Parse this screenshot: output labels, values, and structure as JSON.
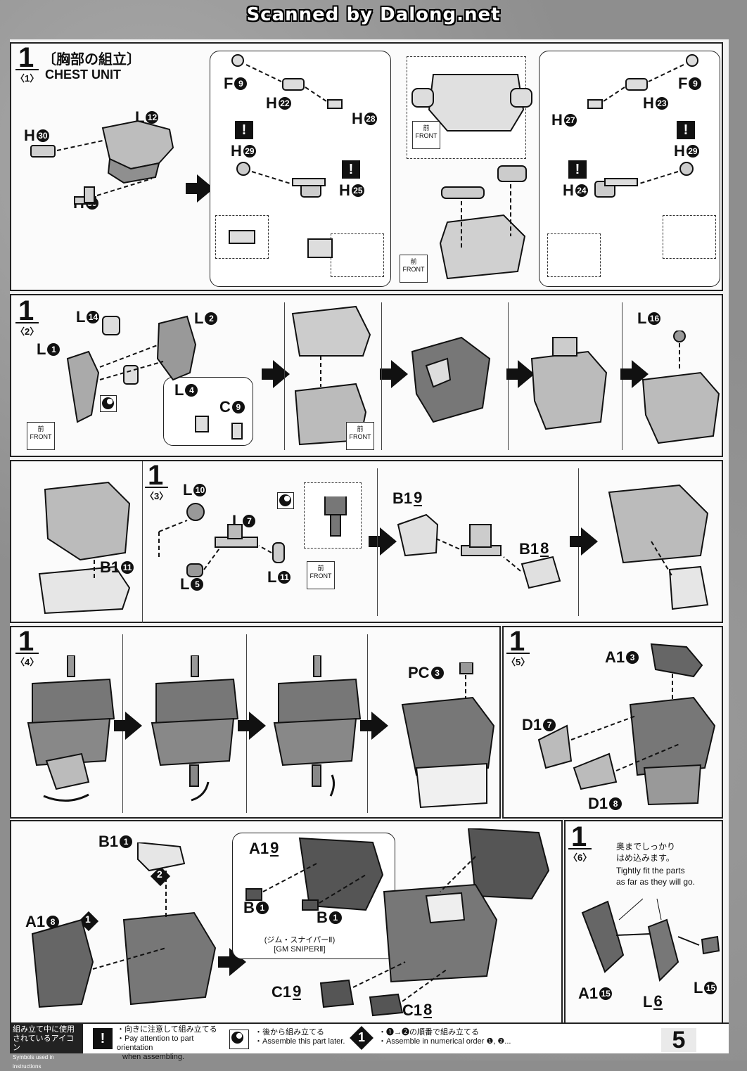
{
  "watermark": "Scanned by Dalong.net",
  "page_number": "5",
  "step1": {
    "num": "1",
    "sub": "〈1〉",
    "title_jp": "〔胸部の組立〕",
    "title_en": "CHEST UNIT",
    "labels": {
      "h30a": "H",
      "h30a_n": "30",
      "l12": "L",
      "l12_n": "12",
      "h30b": "H",
      "h30b_n": "30",
      "f9a": "F",
      "f9a_n": "9",
      "h22": "H",
      "h22_n": "22",
      "h28": "H",
      "h28_n": "28",
      "h29a": "H",
      "h29a_n": "29",
      "h25": "H",
      "h25_n": "25",
      "h27": "H",
      "h27_n": "27",
      "f9b": "F",
      "f9b_n": "9",
      "h23": "H",
      "h23_n": "23",
      "h24": "H",
      "h24_n": "24",
      "h29b": "H",
      "h29b_n": "29"
    },
    "front_kanji": "前",
    "front": "FRONT"
  },
  "step2": {
    "num": "1",
    "sub": "〈2〉",
    "labels": {
      "l14": "L",
      "l14_n": "14",
      "l2": "L",
      "l2_n": "2",
      "l1": "L",
      "l1_n": "1",
      "l4": "L",
      "l4_n": "4",
      "c9": "C",
      "c9_n": "9",
      "l16": "L",
      "l16_n": "16"
    },
    "front_kanji": "前",
    "front": "FRONT"
  },
  "step3": {
    "num": "1",
    "sub": "〈3〉",
    "labels": {
      "b11": "B1",
      "b11_n": "11",
      "l10": "L",
      "l10_n": "10",
      "l7": "L",
      "l7_n": "7",
      "l5": "L",
      "l5_n": "5",
      "l11": "L",
      "l11_n": "11",
      "b19": "B1",
      "b19_n": "9",
      "b18": "B1",
      "b18_n": "8"
    },
    "front_kanji": "前",
    "front": "FRONT"
  },
  "step4": {
    "num": "1",
    "sub": "〈4〉",
    "labels": {
      "pc3": "PC",
      "pc3_n": "3"
    }
  },
  "step5": {
    "num": "1",
    "sub": "〈5〉",
    "labels": {
      "a13": "A1",
      "a13_n": "3",
      "d17": "D1",
      "d17_n": "7",
      "d18": "D1",
      "d18_n": "8"
    }
  },
  "step_last": {
    "labels": {
      "b11": "B1",
      "b11_n": "1",
      "a18": "A1",
      "a18_n": "8",
      "a19": "A1",
      "a19_n": "9",
      "b1a": "B",
      "b1a_n": "1",
      "b1b": "B",
      "b1b_n": "1",
      "c19": "C1",
      "c19_n": "9",
      "c18": "C1",
      "c18_n": "8"
    },
    "order_1": "1",
    "order_2": "2",
    "variant_jp": "(ジム・スナイパーⅡ)",
    "variant_en": "[GM SNIPERⅡ]"
  },
  "step6": {
    "num": "1",
    "sub": "〈6〉",
    "note_jp_1": "奥までしっかり",
    "note_jp_2": "はめ込みます。",
    "note_en_1": "Tightly fit the parts",
    "note_en_2": "as far as they will go.",
    "labels": {
      "a115": "A1",
      "a115_n": "15",
      "l6": "L",
      "l6_n": "6",
      "l15": "L",
      "l15_n": "15"
    }
  },
  "legend": {
    "title_jp_1": "組み立て中に使用",
    "title_jp_2": "されているアイコン",
    "title_en": "Symbols used in instructions",
    "attention_jp": "・向きに注意して組み立てる",
    "attention_en_1": "・Pay attention to part orientation",
    "attention_en_2": "when assembling.",
    "later_jp": "・後から組み立てる",
    "later_en": "・Assemble this part later.",
    "order_jp": "・❶→❷の順番で組み立てる",
    "order_en": "・Assemble in numerical order ❶, ❷...",
    "order_icon": "1"
  },
  "colors": {
    "ink": "#111111",
    "part_light": "#d9d9d9",
    "part_mid": "#9a9a9a",
    "part_dark": "#5a5a5a",
    "paper": "#fbfbfb"
  }
}
